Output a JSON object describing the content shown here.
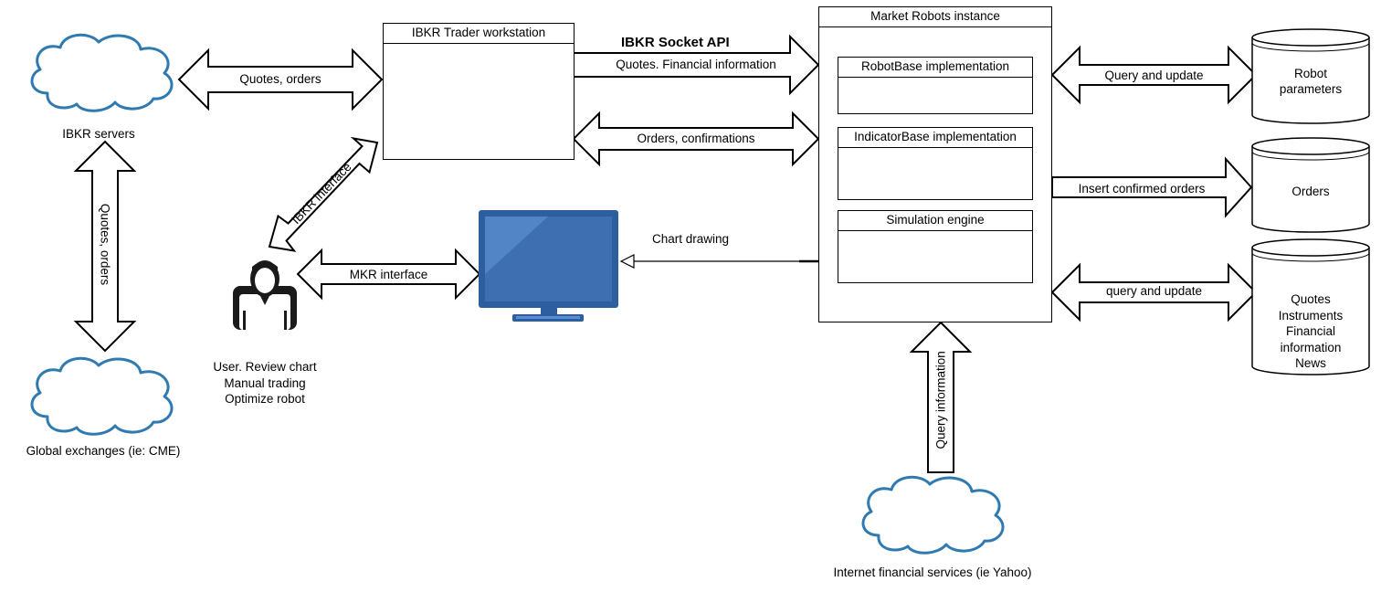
{
  "labels": {
    "ibkr_servers": "IBKR servers",
    "global_exchanges": "Global exchanges (ie: CME)",
    "quotes_orders_horizontal": "Quotes, orders",
    "quotes_orders_vertical": "Quotes, orders",
    "ibkr_tws": "IBKR Trader workstation",
    "ibkr_socket_api": "IBKR Socket API",
    "quotes_financial_info": "Quotes. Financial information",
    "orders_confirmations": "Orders, confirmations",
    "ibkr_interface": "IBKR interface",
    "mkr_interface": "MKR interface",
    "chart_drawing": "Chart drawing",
    "user_lines": [
      "User. Review chart",
      "Manual trading",
      "Optimize robot"
    ],
    "market_robots_instance": "Market Robots instance",
    "robotbase": "RobotBase implementation",
    "indicatorbase": "IndicatorBase implementation",
    "simulation_engine": "Simulation engine",
    "query_and_update_1": "Query and update",
    "insert_confirmed_orders": "Insert confirmed orders",
    "query_and_update_2": "query and update",
    "query_information": "Query information",
    "internet_services": "Internet financial services (ie Yahoo)",
    "db_robot_params_lines": [
      "Robot",
      "parameters"
    ],
    "db_orders": "Orders",
    "db_quotes_lines": [
      "Quotes",
      "Instruments",
      "Financial",
      "information",
      "News"
    ]
  },
  "colors": {
    "cloud_stroke": "#2f7ab0",
    "monitor_dark": "#2d5f9e",
    "monitor_light": "#5b8ed0",
    "user_icon": "#1a1a1a"
  }
}
